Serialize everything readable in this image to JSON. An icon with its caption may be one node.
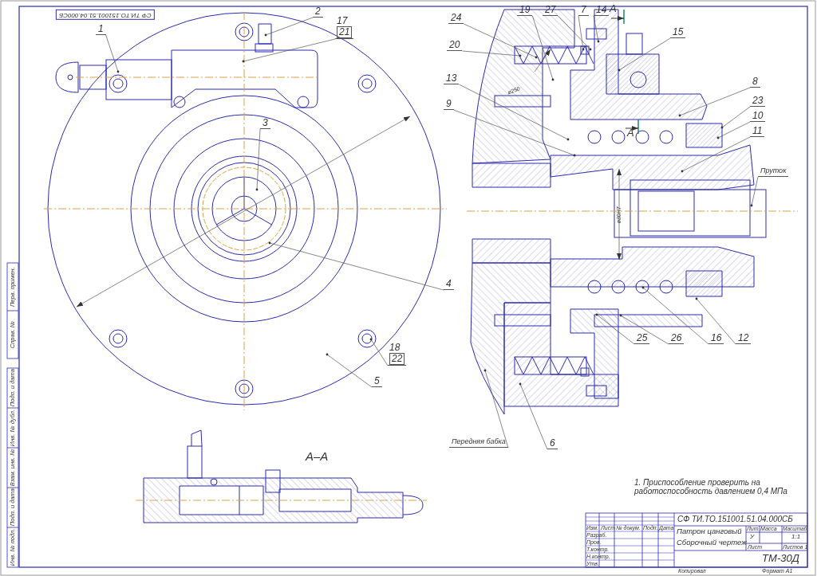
{
  "diagram": {
    "nodes": [
      {
        "text": [
          "1"
        ]
      },
      {
        "text": [
          "2"
        ]
      },
      {
        "text": [
          "17",
          "21"
        ]
      },
      {
        "text": [
          "3"
        ]
      },
      {
        "text": [
          "4"
        ]
      },
      {
        "text": [
          "5"
        ]
      },
      {
        "text": [
          "18",
          "22"
        ]
      },
      {
        "text": [
          "24"
        ]
      },
      {
        "text": [
          "19"
        ]
      },
      {
        "text": [
          "27"
        ]
      },
      {
        "text": [
          "7"
        ]
      },
      {
        "text": [
          "14"
        ]
      },
      {
        "text": [
          "15"
        ]
      },
      {
        "text": [
          "20"
        ]
      },
      {
        "text": [
          "13"
        ]
      },
      {
        "text": [
          "9"
        ]
      },
      {
        "text": [
          "8"
        ]
      },
      {
        "text": [
          "23"
        ]
      },
      {
        "text": [
          "10"
        ]
      },
      {
        "text": [
          "11"
        ]
      },
      {
        "text": [
          "Пруток"
        ]
      },
      {
        "text": [
          "25"
        ]
      },
      {
        "text": [
          "26"
        ]
      },
      {
        "text": [
          "16"
        ]
      },
      {
        "text": [
          "12"
        ]
      },
      {
        "text": [
          "Передняя бабка"
        ]
      },
      {
        "text": [
          "6"
        ]
      }
    ],
    "edges": [
      {
        "from": 0,
        "to": null,
        "arrow": "other"
      },
      {
        "from": 1,
        "to": null,
        "arrow": "other"
      },
      {
        "from": 2,
        "to": null,
        "arrow": "other"
      },
      {
        "from": 3,
        "to": null,
        "arrow": "other"
      },
      {
        "from": 4,
        "to": null,
        "arrow": "other"
      },
      {
        "from": 5,
        "to": null,
        "arrow": "other"
      },
      {
        "from": 6,
        "to": null,
        "arrow": "other"
      },
      {
        "from": 7,
        "to": null,
        "arrow": "other"
      },
      {
        "from": 8,
        "to": null,
        "arrow": "other"
      },
      {
        "from": 9,
        "to": null,
        "arrow": "other"
      },
      {
        "from": 10,
        "to": null,
        "arrow": "other"
      },
      {
        "from": 11,
        "to": null,
        "arrow": "other"
      },
      {
        "from": 12,
        "to": null,
        "arrow": "other"
      },
      {
        "from": 13,
        "to": null,
        "arrow": "other"
      },
      {
        "from": 14,
        "to": null,
        "arrow": "other"
      },
      {
        "from": 15,
        "to": null,
        "arrow": "other"
      },
      {
        "from": 16,
        "to": null,
        "arrow": "other"
      },
      {
        "from": 17,
        "to": null,
        "arrow": "other"
      },
      {
        "from": 18,
        "to": null,
        "arrow": "other"
      },
      {
        "from": 19,
        "to": null,
        "arrow": "other"
      },
      {
        "from": 20,
        "to": null,
        "arrow": "other"
      },
      {
        "from": 21,
        "to": null,
        "arrow": "other"
      },
      {
        "from": 22,
        "to": null,
        "arrow": "other"
      },
      {
        "from": 23,
        "to": null,
        "arrow": "other"
      },
      {
        "from": 24,
        "to": null,
        "arrow": "other"
      },
      {
        "from": 25,
        "to": null,
        "arrow": "other"
      },
      {
        "from": 26,
        "to": null,
        "arrow": "other"
      }
    ],
    "labels": [
      "СФ ТИ.ТО.151001.51.04.000СБ",
      "А",
      "А",
      "ø250",
      "ø80H7",
      "А–А",
      "Перв. примен.",
      "Справ. №",
      "Подп. и дата",
      "Инв. № дубл.",
      "Взам. инв. №",
      "Подп. и дата",
      "Инв. № подл.",
      "1. Приспособление проверить на работоспособность давлением 0,4 МПа",
      "СФ ТИ.ТО.151001.51.04.000СБ",
      "Изм.",
      "Лист",
      "№ докум.",
      "Подп.",
      "Дата",
      "Разраб.",
      "Пров.",
      "Т.контр.",
      "Н.контр.",
      "Утв.",
      "Патрон цанговый",
      "Сборочный чертеж",
      "Лит.",
      "Масса",
      "Масштаб",
      "У",
      "1:1",
      "Лист",
      "Листов 1",
      "ТМ-30Д",
      "Копировал",
      "Формат А1"
    ]
  }
}
